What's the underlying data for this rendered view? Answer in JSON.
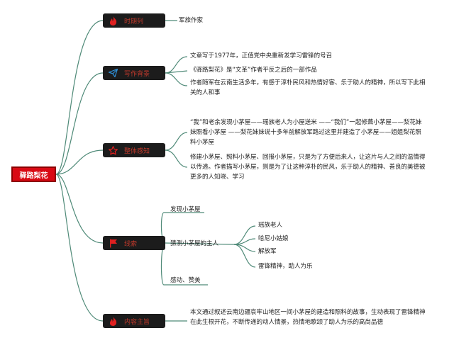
{
  "root": "驿路梨花",
  "branches": [
    {
      "title": "时期列",
      "icon": "fire-icon",
      "items": [
        "军旅作家"
      ]
    },
    {
      "title": "写作背景",
      "icon": "send-icon",
      "items": [
        "文章写于1977年，正值党中央重新发学习雷锋的号召",
        "《驿路梨花》是“文革”作者平反之后的一部作品",
        "作者随军在云南生活多年，有感于淳朴民风和热情好客、乐于助人的精神，所以写下此相关的人和事"
      ]
    },
    {
      "title": "整体感知",
      "icon": "star-icon",
      "items": [
        "“我”和老余发现小茅屋——瑶族老人为小屋送米 ——“我们”一起修葺小茅屋——梨花妹妹照看小茅屋 ——梨花妹妹说十多年前解放军路过这里并建造了小茅屋——姐姐梨花照料小茅屋",
        "修建小茅屋、照料小茅屋、回报小茅屋，只是为了方便后来人，让这片与人之间的温情得以传递。作者描写小茅屋，则是为了让这种淳朴的民风，乐于助人的精神、善良的美德被更多的人知晓、学习"
      ]
    },
    {
      "title": "线索",
      "icon": "flag-icon",
      "items": [
        "发现小茅屋",
        "猜测小茅屋的主人",
        "感动、赞美"
      ],
      "sub": [
        "瑶族老人",
        "哈尼小姑娘",
        "解放军",
        "雷锋精神，助人为乐"
      ]
    },
    {
      "title": "内容主旨",
      "icon": "fire-icon",
      "items": [
        "本文通过叙述云南边疆哀牢山地区一间小茅屋的建造和照料的故事，生动表现了雷锋精神在此生根开花，不断传递的动人情景，热情地歌颂了助人为乐的高尚品德"
      ]
    }
  ],
  "colors": {
    "line": "#4f8a78",
    "box": "#1c1c1c",
    "label": "#c0392b",
    "root": "#d90a14",
    "icon_red": "#e02020",
    "icon_blue": "#2f8fd6"
  }
}
